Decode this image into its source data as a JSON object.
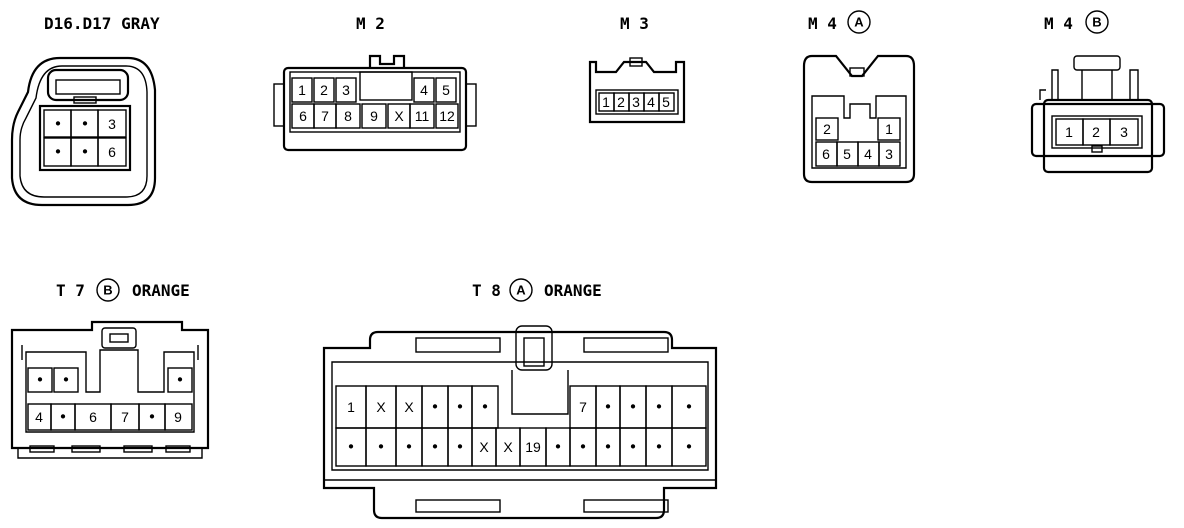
{
  "connectors": {
    "d16": {
      "label": "D16.D17 GRAY",
      "cells": [
        "•",
        "•",
        "3",
        "•",
        "•",
        "6"
      ]
    },
    "m2": {
      "label": "M 2",
      "top": [
        "1",
        "2",
        "3",
        "4",
        "5"
      ],
      "bottom": [
        "6",
        "7",
        "8",
        "9",
        "X",
        "11",
        "12"
      ]
    },
    "m3": {
      "label": "M 3",
      "cells": [
        "1",
        "2",
        "3",
        "4",
        "5"
      ]
    },
    "m4a": {
      "label": "M 4",
      "badge": "A",
      "top": [
        "2",
        "1"
      ],
      "bottom": [
        "6",
        "5",
        "4",
        "3"
      ]
    },
    "m4b": {
      "label": "M 4",
      "badge": "B",
      "cells": [
        "1",
        "2",
        "3"
      ]
    },
    "t7b": {
      "label": "T 7",
      "badge": "B",
      "suffix": "ORANGE",
      "top": [
        "•",
        "•",
        "•"
      ],
      "bottom": [
        "4",
        "•",
        "6",
        "7",
        "•",
        "9"
      ]
    },
    "t8a": {
      "label": "T 8",
      "badge": "A",
      "suffix": "ORANGE",
      "top": [
        "1",
        "X",
        "X",
        "•",
        "•",
        "•",
        "7",
        "•",
        "•",
        "•",
        "•"
      ],
      "bottom": [
        "•",
        "•",
        "•",
        "•",
        "•",
        "X",
        "X",
        "19",
        "•",
        "•",
        "•",
        "•",
        "•",
        "•"
      ]
    }
  }
}
